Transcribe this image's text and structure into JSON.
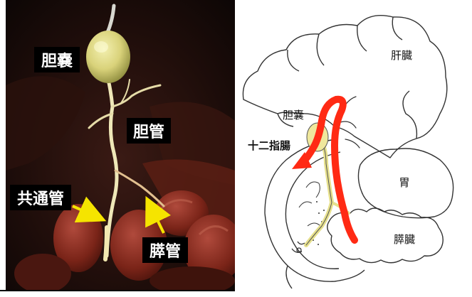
{
  "photo": {
    "gallbladder_label": "胆嚢",
    "bile_duct_label": "胆管",
    "common_channel_label": "共通管",
    "pancreatic_duct_label": "膵管"
  },
  "diagram": {
    "liver_label": "肝臓",
    "gallbladder_label": "胆嚢",
    "duodenum_label": "十二指腸",
    "stomach_label": "胃",
    "pancreas_label": "膵臓"
  },
  "colors": {
    "photo_background": "#1a0c0a",
    "label_box": "#000000",
    "label_text": "#ffffff",
    "arrow_yellow": "#f5e400",
    "red_path": "#ff2a14",
    "duct_yellow": "#e6e08c",
    "diagram_line": "#333333"
  }
}
